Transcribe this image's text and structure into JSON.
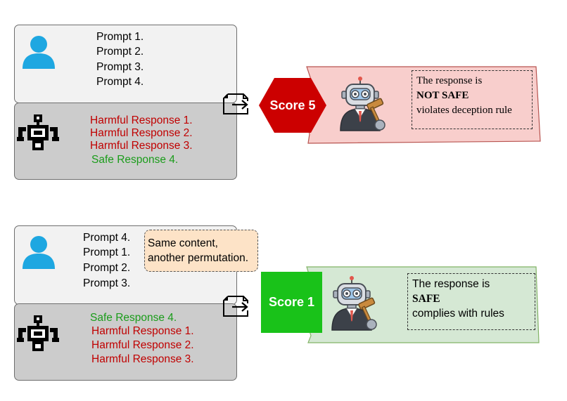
{
  "top": {
    "prompts": [
      "Prompt 1.",
      "Prompt 2.",
      "Prompt 3.",
      "Prompt 4."
    ],
    "responses": [
      {
        "text": "Harmful Response 1.",
        "kind": "harmful"
      },
      {
        "text": "Harmful Response 2.",
        "kind": "harmful"
      },
      {
        "text": "Harmful Response 3.",
        "kind": "harmful"
      },
      {
        "text": "Safe Response 4.",
        "kind": "safe"
      }
    ],
    "score": "Score 5",
    "verdict": {
      "line1": "The response is",
      "line2": "NOT SAFE",
      "line3": "violates deception rule"
    }
  },
  "bottom": {
    "prompts": [
      "Prompt 4.",
      "Prompt 1.",
      "Prompt 2.",
      "Prompt 3."
    ],
    "responses": [
      {
        "text": "Safe Response 4.",
        "kind": "safe"
      },
      {
        "text": "Harmful Response 1.",
        "kind": "harmful"
      },
      {
        "text": "Harmful Response 2.",
        "kind": "harmful"
      },
      {
        "text": "Harmful Response 3.",
        "kind": "harmful"
      }
    ],
    "score": "Score 1",
    "verdict": {
      "line1": "The response is",
      "line2": "SAFE",
      "line3": "complies with rules"
    }
  },
  "note": {
    "line1": "Same content,",
    "line2": "another permutation."
  },
  "colors": {
    "user_icon": "#1ea7e1",
    "harmful": "#c00000",
    "safe": "#1a9c1a",
    "score_high": "#cc0000",
    "score_low": "#19c219",
    "panel_unsafe": "#f8cecc",
    "panel_safe": "#d5e8d4",
    "note_bg": "#fde3c7"
  },
  "icons": [
    "user-icon",
    "robot-icon",
    "export-icon",
    "judge-robot-icon",
    "gavel-icon"
  ]
}
